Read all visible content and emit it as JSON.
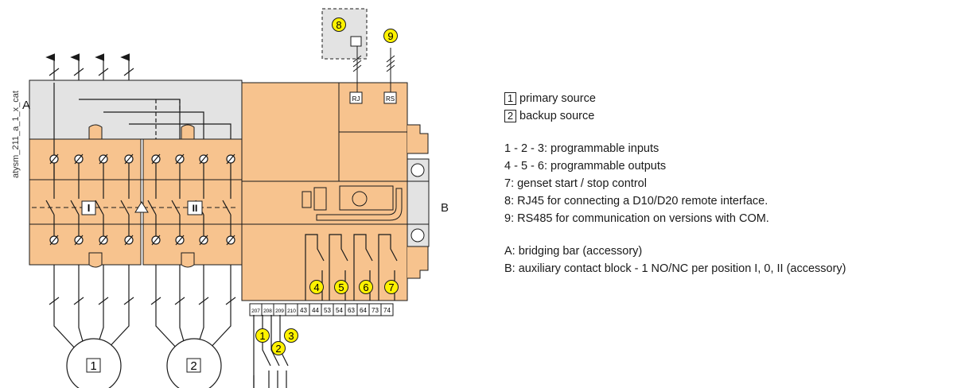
{
  "side_label": "atysm_211_a_1_x_cat",
  "labels": {
    "A": "A",
    "B": "B"
  },
  "source_symbols": [
    "1",
    "2"
  ],
  "switch_symbols": [
    "I",
    "II"
  ],
  "callouts": [
    "1",
    "2",
    "3",
    "4",
    "5",
    "6",
    "7",
    "8",
    "9"
  ],
  "connectors": {
    "rj": "RJ",
    "rs": "RS"
  },
  "terminals": [
    "207",
    "208",
    "209",
    "210",
    "43",
    "44",
    "53",
    "54",
    "63",
    "64",
    "73",
    "74"
  ],
  "legend": {
    "sources": [
      {
        "num": "1",
        "text": "primary source"
      },
      {
        "num": "2",
        "text": "backup source"
      }
    ],
    "items": [
      "1 - 2 - 3: programmable inputs",
      "4 - 5 - 6: programmable outputs",
      "7: genset start / stop control",
      "8: RJ45 for connecting a D10/D20 remote interface.",
      "9: RS485 for communication on versions with COM."
    ],
    "accessories": [
      "A: bridging bar (accessory)",
      "B: auxiliary contact block - 1 NO/NC per position I, 0, II (accessory)"
    ]
  },
  "colors": {
    "body": "#f7c38e",
    "bar": "#e3e3e3",
    "callout": "#fff200",
    "line": "#1a1a1a"
  }
}
